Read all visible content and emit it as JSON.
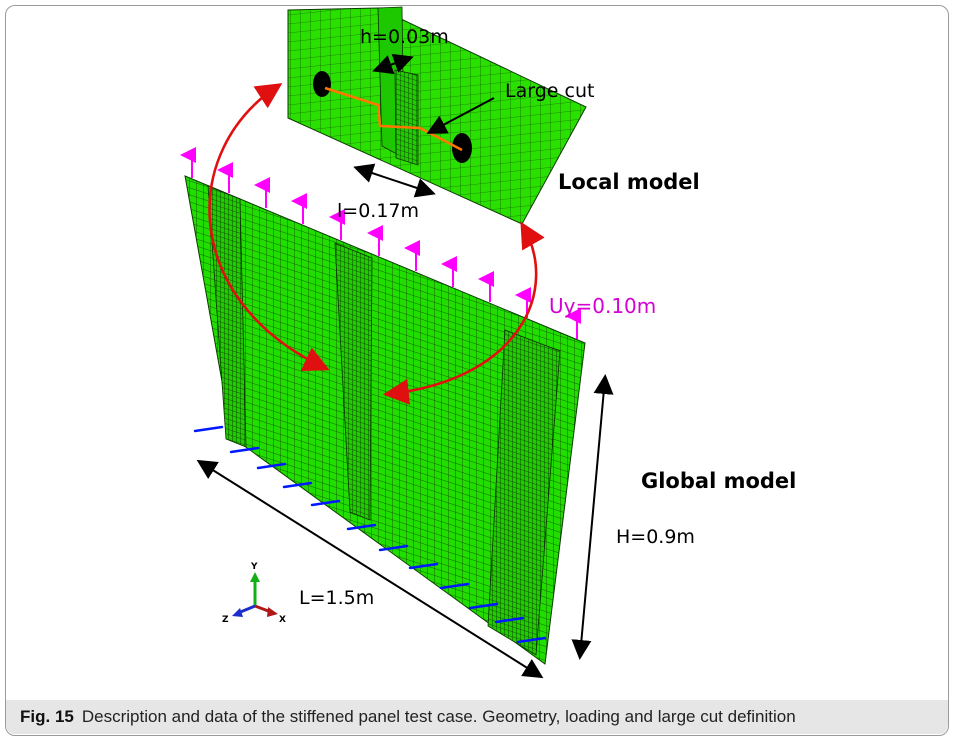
{
  "figure": {
    "labels": {
      "h": "h=0.03m",
      "large_cut": "Large cut",
      "local_model": "Local model",
      "l": "l=0.17m",
      "uy": "Uy=0.10m",
      "global_model": "Global model",
      "H": "H=0.9m",
      "L": "L=1.5m"
    },
    "axis_triad": {
      "y": "Y",
      "z": "Z",
      "x": "X"
    },
    "colors": {
      "mesh_green": "#22dd00",
      "mesh_lines": "#0a3d00",
      "load_arrows": "#ff00ff",
      "link_arrows": "#e01010",
      "boundary_lines": "#0018ff",
      "cut_line": "#ff7700",
      "uy_text": "#d400d4"
    }
  },
  "caption": {
    "fig_number": "Fig. 15",
    "text": "Description and data of the stiffened panel test case. Geometry, loading and large cut definition"
  }
}
